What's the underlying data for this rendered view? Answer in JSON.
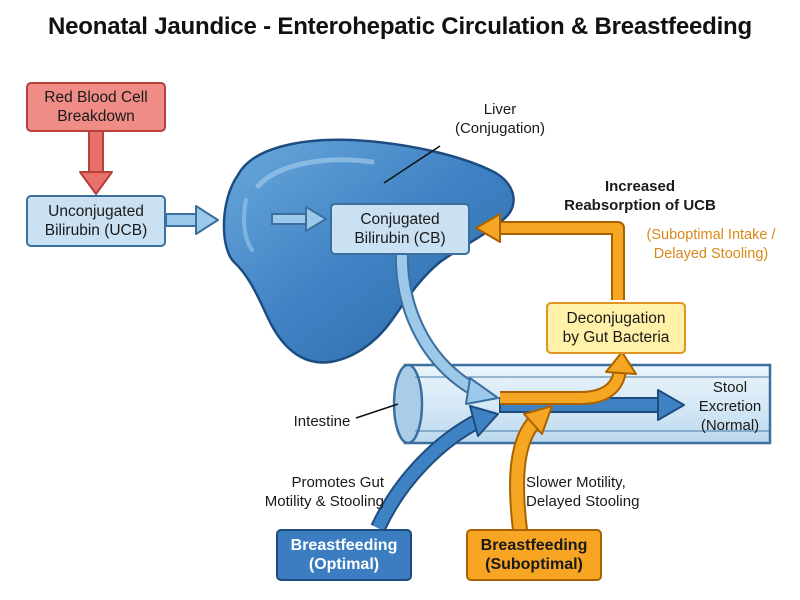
{
  "title": "Neonatal Jaundice - Enterohepatic Circulation & Breastfeeding",
  "nodes": {
    "rbc": "Red Blood Cell\nBreakdown",
    "ucb": "Unconjugated\nBilirubin (UCB)",
    "cb": "Conjugated\nBilirubin (CB)",
    "deconj": "Deconjugation\nby Gut Bacteria",
    "bf_optimal": "Breastfeeding\n(Optimal)",
    "bf_suboptimal": "Breastfeeding\n(Suboptimal)"
  },
  "labels": {
    "liver": "Liver\n(Conjugation)",
    "reabsorption": "Increased\nReabsorption of UCB",
    "reabsorption_note": "(Suboptimal Intake /\nDelayed Stooling)",
    "intestine": "Intestine",
    "stool": "Stool\nExcretion\n(Normal)",
    "promotes": "Promotes Gut\nMotility & Stooling",
    "slower": "Slower Motility,\nDelayed Stooling"
  },
  "colors": {
    "red": "#e8716b",
    "liver_blue": "#3f82c4",
    "light_blue": "#c9e1f3",
    "orange": "#f5a623",
    "dark_blue": "#2f6aa8"
  }
}
